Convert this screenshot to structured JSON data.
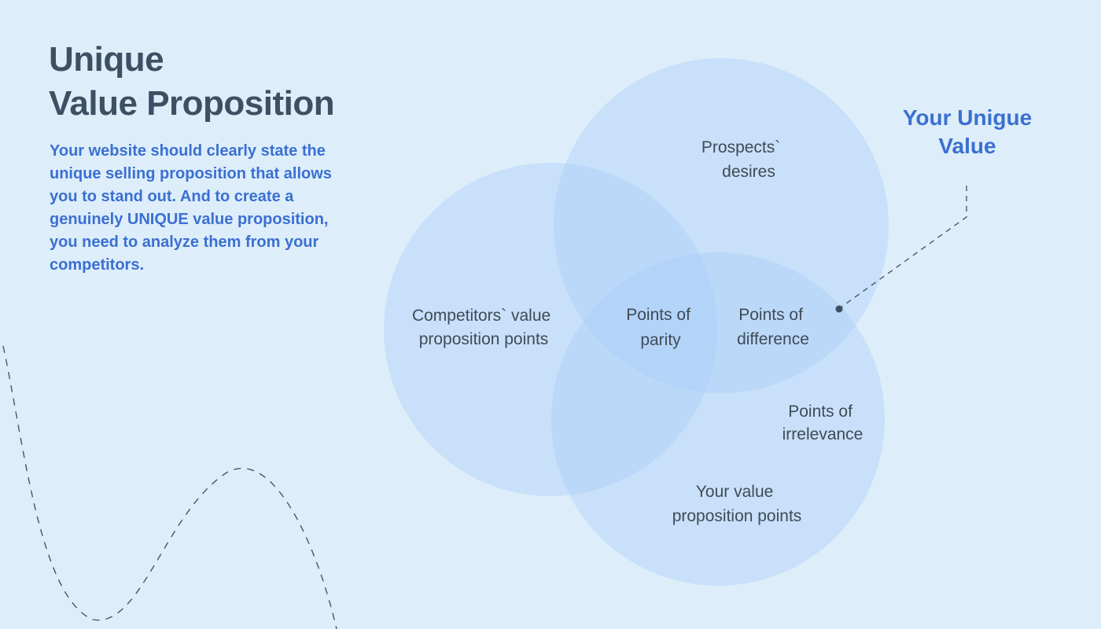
{
  "title_lines": [
    "Unique",
    "Value Proposition"
  ],
  "intro": "Your website should clearly state the unique selling proposition that allows you to stand out. And to create a genuinely UNIQUE value proposition, you need to analyze them from your competitors.",
  "callout_lines": [
    "Your Unigue",
    "Value"
  ],
  "circles": {
    "prospects": [
      "Prospects`",
      "desires"
    ],
    "competitors": [
      "Competitors` value",
      "proposition points"
    ],
    "yours": [
      "Your value",
      "proposition points"
    ]
  },
  "regions": {
    "parity": [
      "Points of",
      "parity"
    ],
    "difference": [
      "Points of",
      "difference"
    ],
    "irrelevance": [
      "Points of",
      "irrelevance"
    ]
  },
  "colors": {
    "background": "#ddeefa",
    "circle_fill": "#a6cbf7",
    "title": "#3d4f63",
    "accent": "#3b6fd1",
    "label": "#3f4b57"
  }
}
